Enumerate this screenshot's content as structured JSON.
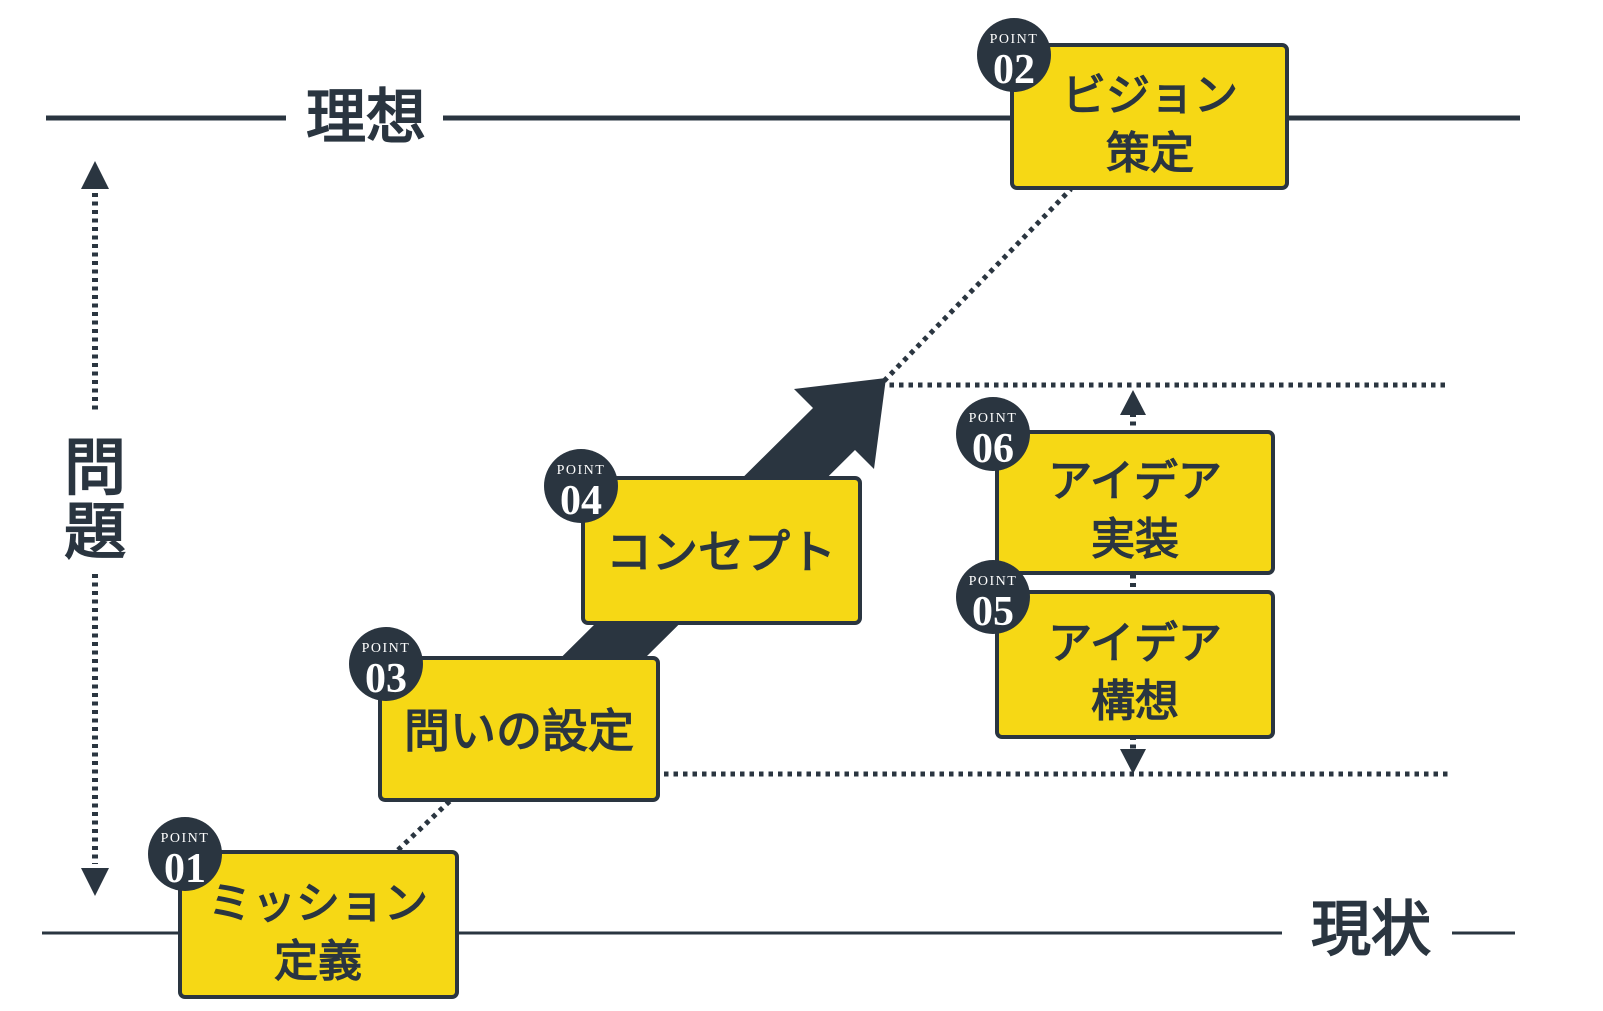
{
  "colors": {
    "ink": "#2A3540",
    "yellow": "#F6D815",
    "background": "#FFFFFF"
  },
  "axis": {
    "ideal": "理想",
    "current": "現状",
    "problem_chars": [
      "問",
      "題"
    ]
  },
  "points": [
    {
      "badge": "POINT",
      "number": "01",
      "line1": "ミッション",
      "line2": "定義"
    },
    {
      "badge": "POINT",
      "number": "02",
      "line1": "ビジョン",
      "line2": "策定"
    },
    {
      "badge": "POINT",
      "number": "03",
      "line1": "問いの設定",
      "line2": ""
    },
    {
      "badge": "POINT",
      "number": "04",
      "line1": "コンセプト",
      "line2": ""
    },
    {
      "badge": "POINT",
      "number": "05",
      "line1": "アイデア",
      "line2": "構想"
    },
    {
      "badge": "POINT",
      "number": "06",
      "line1": "アイデア",
      "line2": "実装"
    }
  ]
}
